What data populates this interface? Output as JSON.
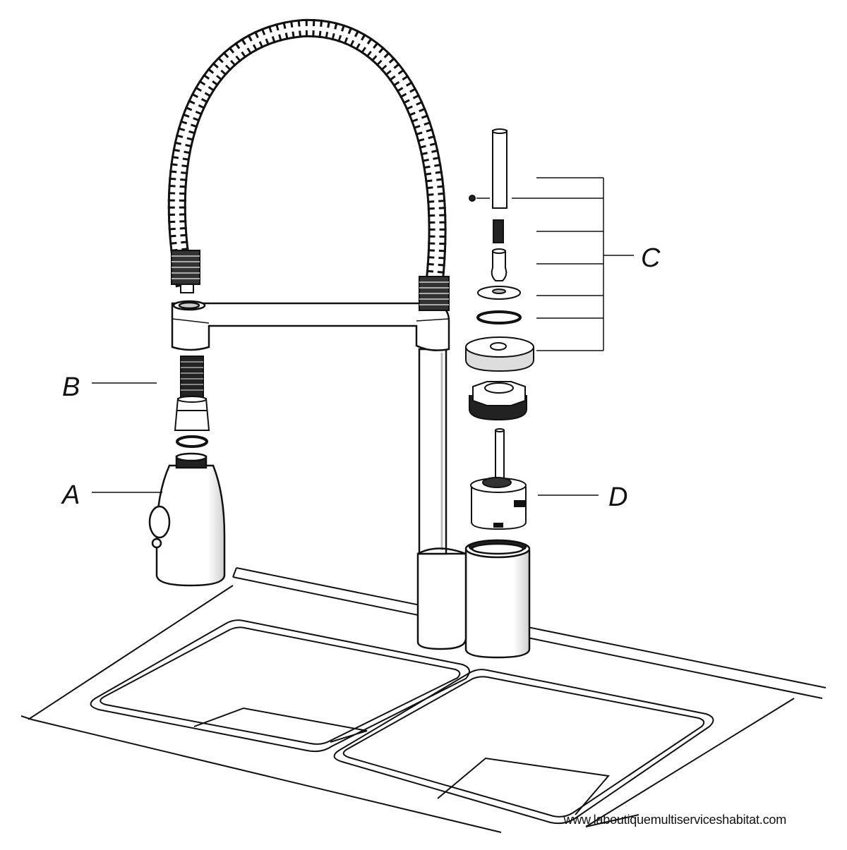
{
  "diagram": {
    "labels": {
      "a": "A",
      "b": "B",
      "c": "C",
      "d": "D"
    },
    "footer": {
      "url": "www.laboutiquemultiserviceshabitat.com"
    },
    "colors": {
      "ink": "#111111",
      "paper": "#ffffff",
      "shade": "#bdbdbd"
    }
  }
}
